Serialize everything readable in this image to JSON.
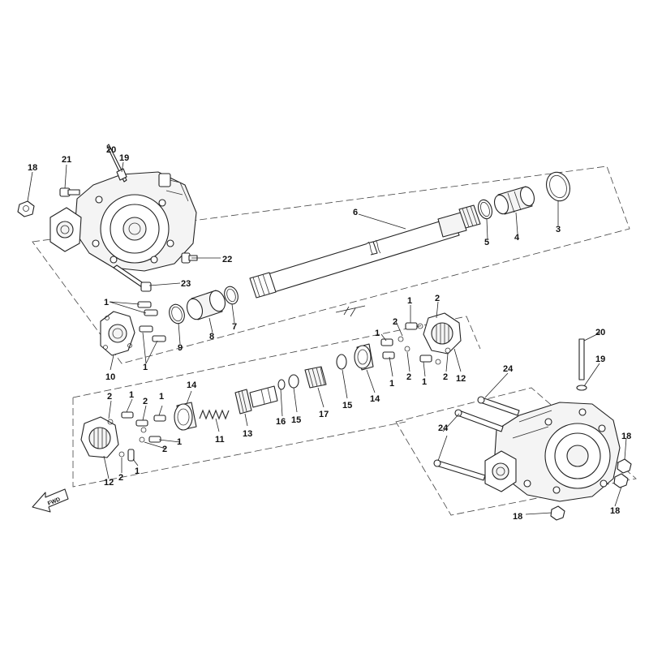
{
  "diagram": {
    "direction_label": "FWD",
    "part_numbers": {
      "p1": "1",
      "p2": "2",
      "p3": "3",
      "p4": "4",
      "p5": "5",
      "p6": "6",
      "p7": "7",
      "p8": "8",
      "p9": "9",
      "p10": "10",
      "p11": "11",
      "p12": "12",
      "p13": "13",
      "p14": "14",
      "p15": "15",
      "p16": "16",
      "p17": "17",
      "p18": "18",
      "p19": "19",
      "p20": "20",
      "p21": "21",
      "p22": "22",
      "p23": "23",
      "p24": "24"
    }
  },
  "colors": {
    "line": "#222222",
    "background": "#ffffff"
  }
}
